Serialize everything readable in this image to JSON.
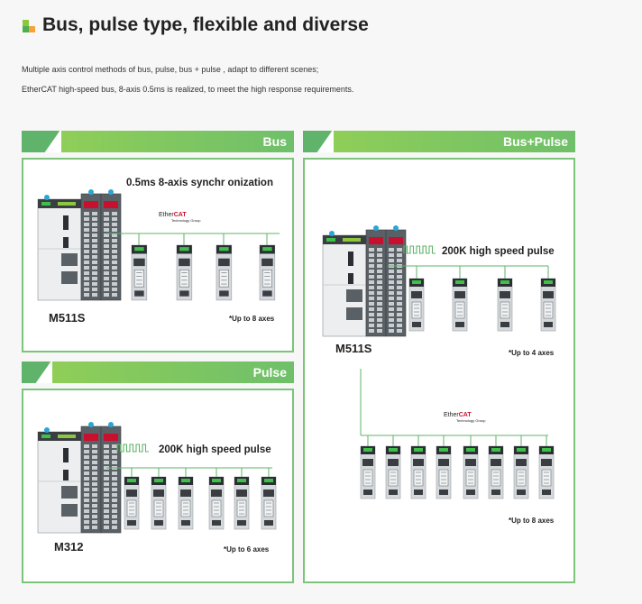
{
  "header": {
    "title": "Bus, pulse type, flexible and diverse",
    "intro_lines": [
      "Multiple axis control methods of bus, pulse, bus + pulse , adapt to different scenes;",
      "EtherCAT high-speed bus, 8-axis 0.5ms is realized, to meet the high response requirements."
    ],
    "logo_colors": [
      "#8dc63f",
      "#4caf50",
      "#f7a23b"
    ]
  },
  "panels": {
    "bus": {
      "label": "Bus",
      "feature": "0.5ms 8-axis synchr onization",
      "model": "M511S",
      "note": "*Up to 8 axes",
      "ethercat": {
        "brand_a": "Ether",
        "brand_b": "CAT",
        "sub": "Technology Group"
      }
    },
    "pulse": {
      "label": "Pulse",
      "feature": "200K high speed pulse",
      "model": "M312",
      "note": "*Up to 6 axes"
    },
    "bus_pulse": {
      "label": "Bus+Pulse",
      "feature": "200K high speed pulse",
      "model": "M511S",
      "note_top": "*Up to 4 axes",
      "note_bottom": "*Up to 8 axes",
      "ethercat": {
        "brand_a": "Ether",
        "brand_b": "CAT",
        "sub": "Technology Group"
      }
    }
  },
  "colors": {
    "accent_green": "#6fbf6a",
    "panel_border": "#7cc47a",
    "device_led_green": "#3fbf4a",
    "ethercat_red": "#c8102e"
  }
}
